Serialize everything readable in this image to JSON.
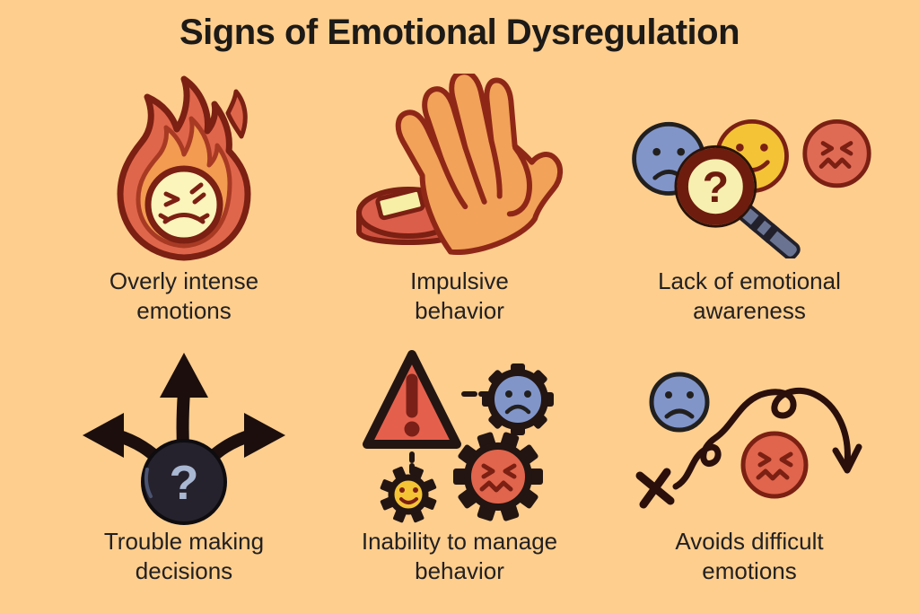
{
  "title": "Signs of Emotional Dysregulation",
  "glyphs": {
    "question_mark": "?"
  },
  "colors": {
    "background": "#FDCE8E",
    "text": "#232021",
    "outline_maroon": "#7B2013",
    "outline_dark": "#22201F",
    "flame_red": "#E0664B",
    "flame_orange": "#F29B51",
    "pale_yellow": "#FBF4BB",
    "skin_orange": "#F2A259",
    "button_red": "#DB5E4B",
    "face_blue": "#8195C9",
    "face_yellow": "#F4C336",
    "face_red": "#E06B55",
    "magnifier_rim": "#6E1C0E",
    "handle_blue_gray": "#6A7492",
    "dark_navy": "#26222D",
    "question_gray_blue": "#A9B7D2",
    "arrow_black": "#1C0E0C"
  },
  "items": [
    {
      "id": "overly-intense-emotions",
      "icon": "angry-face-flame-icon",
      "label": "Overly intense\nemotions"
    },
    {
      "id": "impulsive-behavior",
      "icon": "hand-over-button-icon",
      "label": "Impulsive\nbehavior"
    },
    {
      "id": "lack-of-emotional-awareness",
      "icon": "emotion-faces-magnifier-icon",
      "label": "Lack of emotional\nawareness"
    },
    {
      "id": "trouble-making-decisions",
      "icon": "question-branching-arrows-icon",
      "label": "Trouble making\ndecisions"
    },
    {
      "id": "inability-to-manage-behavior",
      "icon": "warning-triangle-gears-icon",
      "label": "Inability to manage\nbehavior"
    },
    {
      "id": "avoids-difficult-emotions",
      "icon": "squiggly-avoidance-arrow-icon",
      "label": "Avoids difficult\nemotions"
    }
  ]
}
